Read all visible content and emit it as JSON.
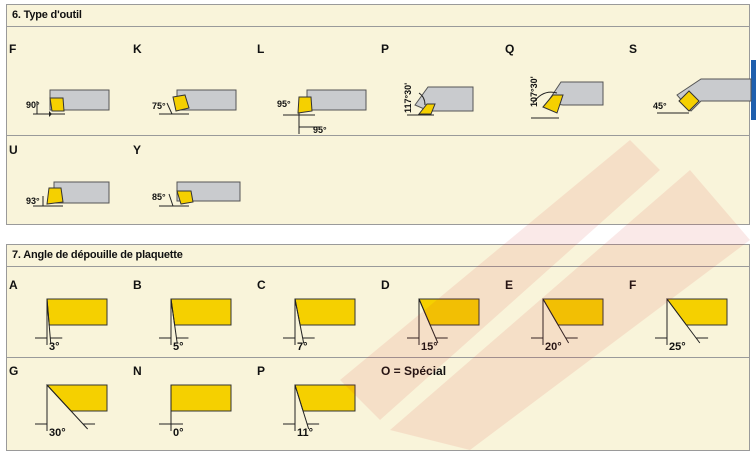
{
  "section6": {
    "title": "6. Type d'outil",
    "tools": [
      {
        "code": "F",
        "angles": [
          "90°"
        ]
      },
      {
        "code": "K",
        "angles": [
          "75°"
        ]
      },
      {
        "code": "L",
        "angles": [
          "95°",
          "95°"
        ]
      },
      {
        "code": "P",
        "angles": [
          "117°30'"
        ]
      },
      {
        "code": "Q",
        "angles": [
          "107°30'"
        ]
      },
      {
        "code": "S",
        "angles": [
          "45°"
        ]
      },
      {
        "code": "U",
        "angles": [
          "93°"
        ]
      },
      {
        "code": "Y",
        "angles": [
          "85°"
        ]
      }
    ]
  },
  "section7": {
    "title": "7. Angle de dépouille de plaquette",
    "angles": [
      {
        "code": "A",
        "value": "3°",
        "deg": 3
      },
      {
        "code": "B",
        "value": "5°",
        "deg": 5
      },
      {
        "code": "C",
        "value": "7°",
        "deg": 7
      },
      {
        "code": "D",
        "value": "15°",
        "deg": 15
      },
      {
        "code": "E",
        "value": "20°",
        "deg": 20
      },
      {
        "code": "F",
        "value": "25°",
        "deg": 25
      },
      {
        "code": "G",
        "value": "30°",
        "deg": 30
      },
      {
        "code": "N",
        "value": "0°",
        "deg": 0
      },
      {
        "code": "P",
        "value": "11°",
        "deg": 11
      }
    ],
    "special": "O = Spécial"
  },
  "colors": {
    "panel": "#f9f4da",
    "insert": "#f5d000",
    "shank": "#c9cbce",
    "border": "#9a9a9a",
    "accent_tab": "#1f5fae",
    "watermark": "#d9302c"
  },
  "icons": [
    "tool-holder-icon",
    "insert-icon",
    "angle-arrow-icon"
  ]
}
